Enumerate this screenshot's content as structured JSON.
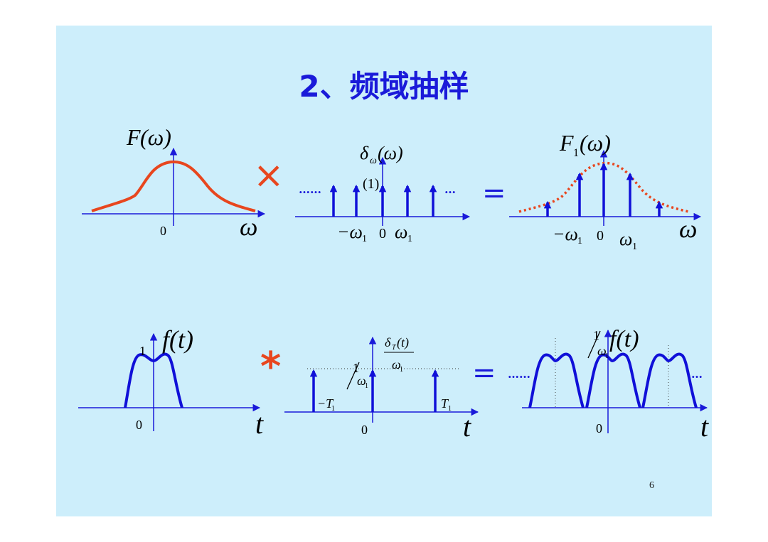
{
  "title": "2、频域抽样",
  "page_number": "6",
  "colors": {
    "background": "#cdeefb",
    "title": "#1a1ad9",
    "axis": "#1a1ad9",
    "curve": "#e8461e",
    "impulse": "#1010d8",
    "dotted": "#e8461e"
  },
  "operators": {
    "multiply": "×",
    "convolve": "*",
    "equals1": "=",
    "equals2": "="
  },
  "top": {
    "spectrum": {
      "label_F": "F",
      "label_omega": "(ω)",
      "zero": "0",
      "axis": "ω"
    },
    "comb": {
      "label_delta": "δ",
      "label_sub": "ω",
      "label_arg": "(ω)",
      "weight": "(1)",
      "neg_omega": "−ω",
      "neg_sub": "1",
      "zero": "0",
      "pos_omega": "ω",
      "pos_sub": "1",
      "dots_left": "……",
      "dots_right": "…"
    },
    "sampled": {
      "label_F": "F",
      "label_sub": "1",
      "label_arg": "(ω)",
      "neg_omega": "−ω",
      "neg_sub": "1",
      "zero": "0",
      "pos_omega": "ω",
      "pos_sub": "1",
      "axis": "ω"
    }
  },
  "bottom": {
    "signal": {
      "label": "f(t)",
      "one": "1",
      "zero": "0",
      "axis": "t"
    },
    "comb": {
      "num_delta": "δ",
      "num_sub": "T",
      "num_arg": "(t)",
      "den": "ω",
      "den_sub": "1",
      "frac_one": "1",
      "frac_den": "ω",
      "frac_den_sub": "1",
      "neg_T": "−T",
      "neg_T_sub": "1",
      "pos_T": "T",
      "pos_T_sub": "1",
      "zero": "0",
      "axis": "t"
    },
    "periodic": {
      "frac_one": "1",
      "frac_den": "ω",
      "frac_den_sub": "1",
      "label": "f(t)",
      "zero": "0",
      "axis": "t",
      "dots_left": "……",
      "dots_right": "…"
    }
  }
}
